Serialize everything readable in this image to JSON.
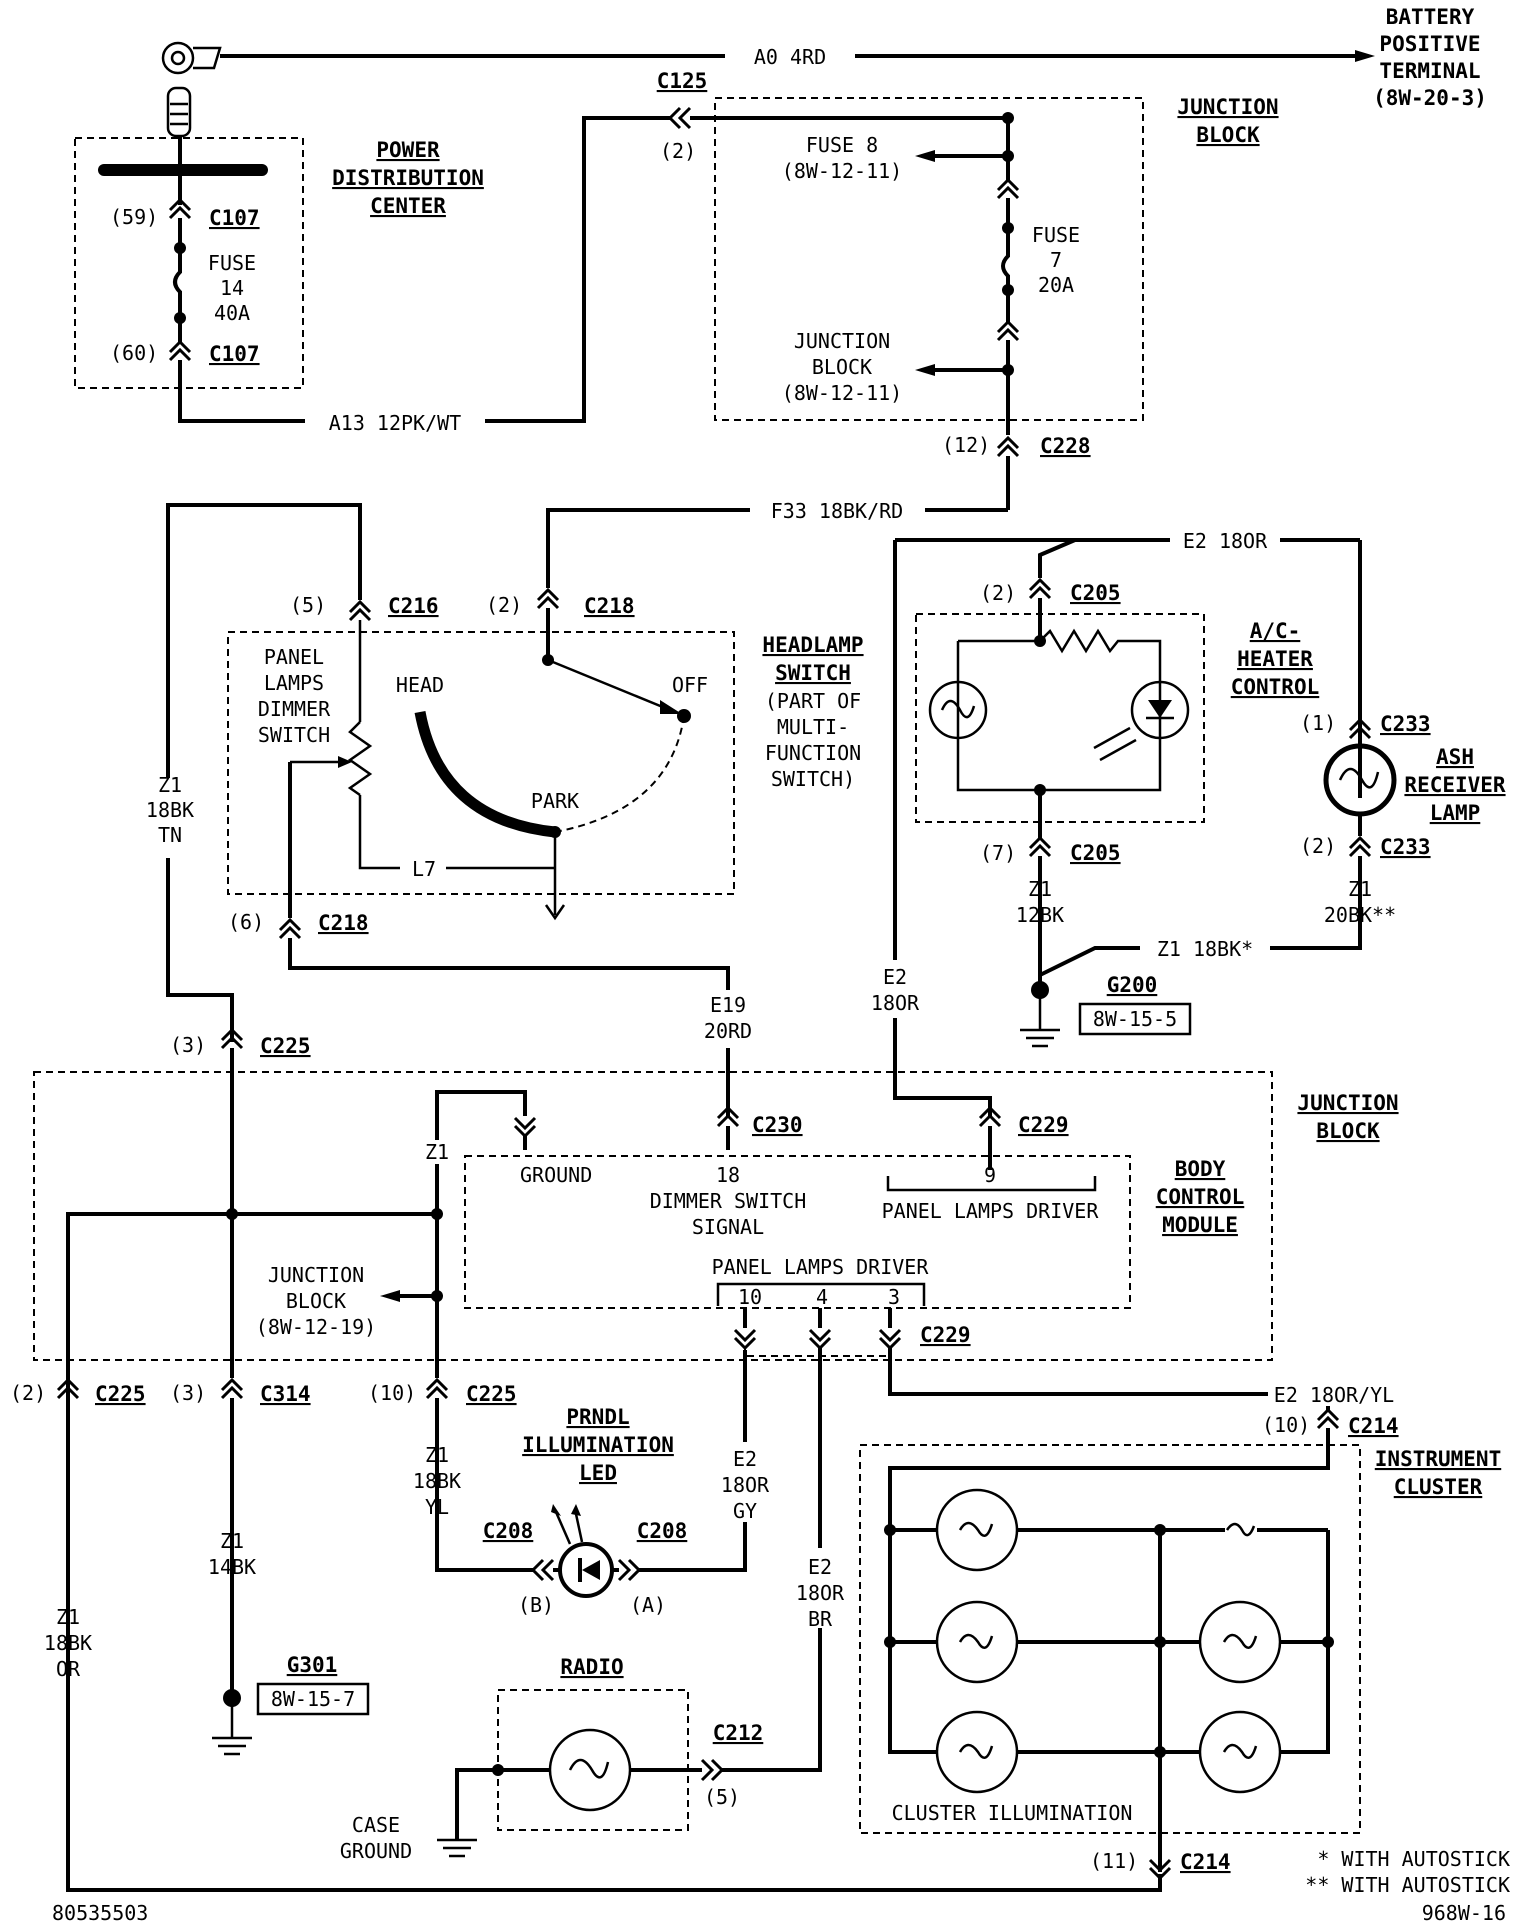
{
  "battery": [
    "BATTERY",
    "POSITIVE",
    "TERMINAL",
    "(8W-20-3)"
  ],
  "pdc": {
    "title": [
      "POWER",
      "DISTRIBUTION",
      "CENTER"
    ],
    "fuse": [
      "FUSE",
      "14",
      "40A"
    ],
    "pin59": "(59)",
    "pin60": "(60)",
    "conn": "C107"
  },
  "wires": {
    "a0": "A0 4RD",
    "a13": "A13 12PK/WT",
    "f33": "F33 18BK/RD",
    "e2_top": "E2 18OR",
    "z1_tn": [
      "Z1",
      "18BK",
      "TN"
    ],
    "e19": [
      "E19",
      "20RD"
    ],
    "e2_mid": [
      "E2",
      "18OR"
    ],
    "z1_12bk": [
      "Z1",
      "12BK"
    ],
    "z1_20bk": [
      "Z1",
      "20BK**"
    ],
    "z1_18bk_star": "Z1 18BK*",
    "z1_or": [
      "Z1",
      "18BK",
      "OR"
    ],
    "z1_14bk": [
      "Z1",
      "14BK"
    ],
    "z1_yl": [
      "Z1",
      "18BK",
      "YL"
    ],
    "e2_gy": [
      "E2",
      "18OR",
      "GY"
    ],
    "e2_br": [
      "E2",
      "18OR",
      "BR"
    ],
    "e2_oryl": "E2 18OR/YL",
    "z1": "Z1",
    "l7": "L7"
  },
  "junction_block_top": {
    "title": [
      "JUNCTION",
      "BLOCK"
    ],
    "fuse8": [
      "FUSE 8",
      "(8W-12-11)"
    ],
    "fuse7": [
      "FUSE",
      "7",
      "20A"
    ],
    "jb_ref": [
      "JUNCTION",
      "BLOCK",
      "(8W-12-11)"
    ]
  },
  "connectors": {
    "c125": "C125",
    "c125_pin": "(2)",
    "c228": "C228",
    "c228_pin": "(12)",
    "c216": "C216",
    "c216_pin": "(5)",
    "c218": "C218",
    "c218_pin": "(2)",
    "c218_pin6": "(6)",
    "c205": "C205",
    "c205_pin2": "(2)",
    "c205_pin7": "(7)",
    "c233": "C233",
    "c233_pin1": "(1)",
    "c233_pin2": "(2)",
    "c225": "C225",
    "c225_pin3": "(3)",
    "c225_pin2": "(2)",
    "c225_pin10": "(10)",
    "c314": "C314",
    "c314_pin": "(3)",
    "c230": "C230",
    "c229": "C229",
    "c214": "C214",
    "c214_pin10": "(10)",
    "c214_pin11": "(11)",
    "c208": "C208",
    "c208_b": "(B)",
    "c208_a": "(A)",
    "c212": "C212",
    "c212_pin": "(5)"
  },
  "headlamp": {
    "title": [
      "HEADLAMP",
      "SWITCH"
    ],
    "sub": [
      "(PART OF",
      "MULTI-",
      "FUNCTION",
      "SWITCH)"
    ],
    "dimmer": [
      "PANEL",
      "LAMPS",
      "DIMMER",
      "SWITCH"
    ],
    "head": "HEAD",
    "off": "OFF",
    "park": "PARK"
  },
  "ac": {
    "title": [
      "A/C-",
      "HEATER",
      "CONTROL"
    ]
  },
  "ash": {
    "title": [
      "ASH",
      "RECEIVER",
      "LAMP"
    ]
  },
  "g200": {
    "name": "G200",
    "ref": "8W-15-5"
  },
  "g301": {
    "name": "G301",
    "ref": "8W-15-7"
  },
  "junction_block_bottom": {
    "title": [
      "JUNCTION",
      "BLOCK"
    ],
    "jb_ref": [
      "JUNCTION",
      "BLOCK",
      "(8W-12-19)"
    ]
  },
  "bcm": {
    "title": [
      "BODY",
      "CONTROL",
      "MODULE"
    ],
    "ground": "GROUND",
    "pin18": "18",
    "dimmer_signal": [
      "DIMMER SWITCH",
      "SIGNAL"
    ],
    "pin9": "9",
    "panel_driver": "PANEL LAMPS DRIVER",
    "panel_driver2": "PANEL LAMPS DRIVER",
    "pin10": "10",
    "pin4": "4",
    "pin3": "3"
  },
  "prndl": {
    "title": [
      "PRNDL",
      "ILLUMINATION",
      "LED"
    ]
  },
  "radio": {
    "title": "RADIO",
    "case_ground": [
      "CASE",
      "GROUND"
    ]
  },
  "cluster": {
    "title": [
      "INSTRUMENT",
      "CLUSTER"
    ],
    "illum": "CLUSTER ILLUMINATION"
  },
  "notes": [
    "* WITH AUTOSTICK",
    "** WITH AUTOSTICK"
  ],
  "footer": {
    "left": "80535503",
    "right": "968W-16"
  }
}
